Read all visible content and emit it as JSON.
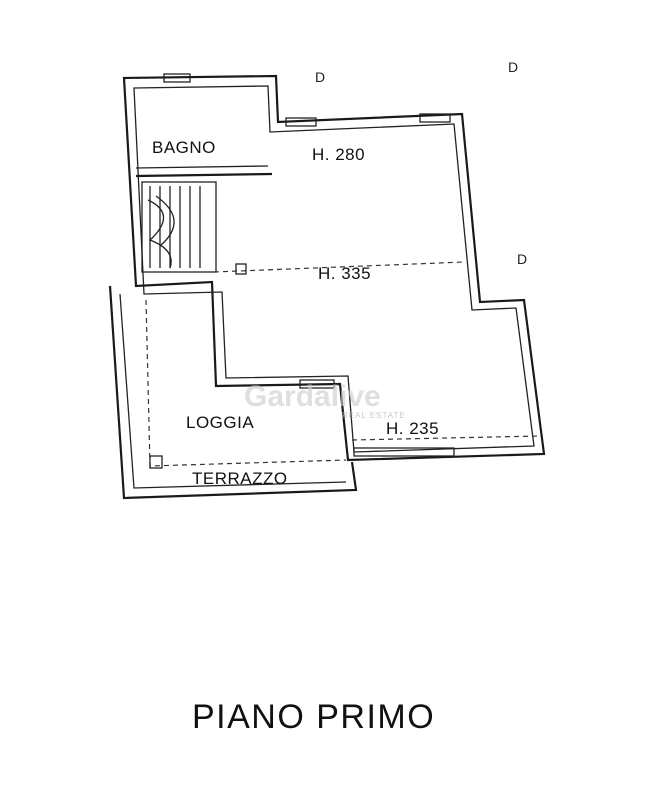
{
  "rooms": {
    "bagno": "BAGNO",
    "loggia": "LOGGIA",
    "terrazzo": "TERRAZZO"
  },
  "heights": {
    "upper": "H. 280",
    "middle": "H. 335",
    "lower": "H. 235"
  },
  "floor_title": "PIANO PRIMO",
  "watermark": {
    "brand": "Gardalive",
    "tagline": "REAL ESTATE"
  },
  "marks": {
    "d1": "D",
    "d2": "D",
    "d3": "D"
  },
  "colors": {
    "line": "#1a1a1a",
    "background": "#ffffff",
    "watermark": "#cfcfcf"
  }
}
